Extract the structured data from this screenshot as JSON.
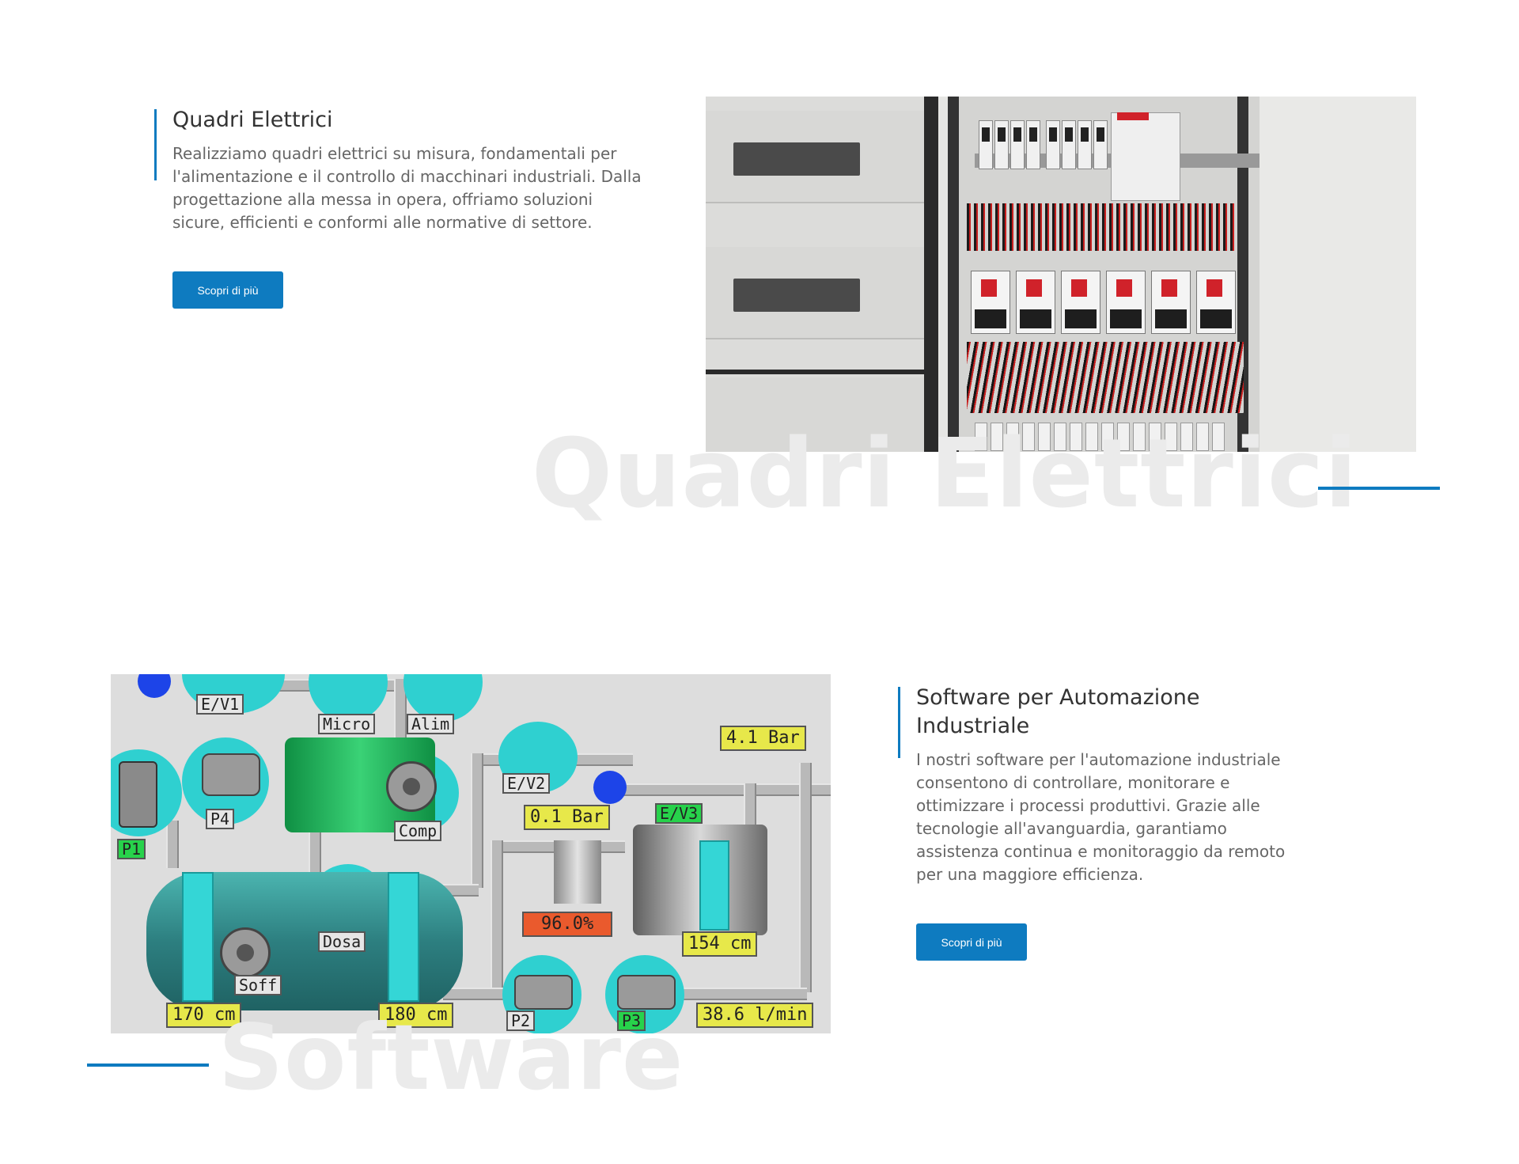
{
  "section1": {
    "title": "Quadri Elettrici",
    "description": "Realizziamo quadri elettrici su misura, fondamentali per l'alimentazione e il controllo di macchinari industriali. Dalla progettazione alla messa in opera, offriamo soluzioni sicure, efficienti e conformi alle normative di settore.",
    "button_label": "Scopri di più",
    "watermark": "Quadri Elettrici"
  },
  "section2": {
    "title": "Software per Automazione Industriale",
    "description": "I nostri software per l'automazione industriale consentono di controllare, monitorare e ottimizzare i processi produttivi. Grazie alle tecnologie all'avanguardia, garantiamo assistenza continua e monitoraggio da remoto per una maggiore efficienza.",
    "button_label": "Scopri di più",
    "watermark": "Software"
  },
  "hmi": {
    "labels": {
      "ev1": "E/V1",
      "micro": "Micro",
      "alim": "Alim",
      "bar1": "4.1 Bar",
      "ev2": "E/V2",
      "p4": "P4",
      "comp": "Comp",
      "ev3": "E/V3",
      "p1": "P1",
      "bar2": "0.1 Bar",
      "pct": "96.0%",
      "dosa": "Dosa",
      "lvl154": "154 cm",
      "soff": "Soff",
      "lvl170": "170 cm",
      "lvl180": "180 cm",
      "p2": "P2",
      "p3": "P3",
      "flow": "38.6 l/min"
    }
  },
  "colors": {
    "accent": "#0e7bc0",
    "watermark": "#ebebeb"
  }
}
